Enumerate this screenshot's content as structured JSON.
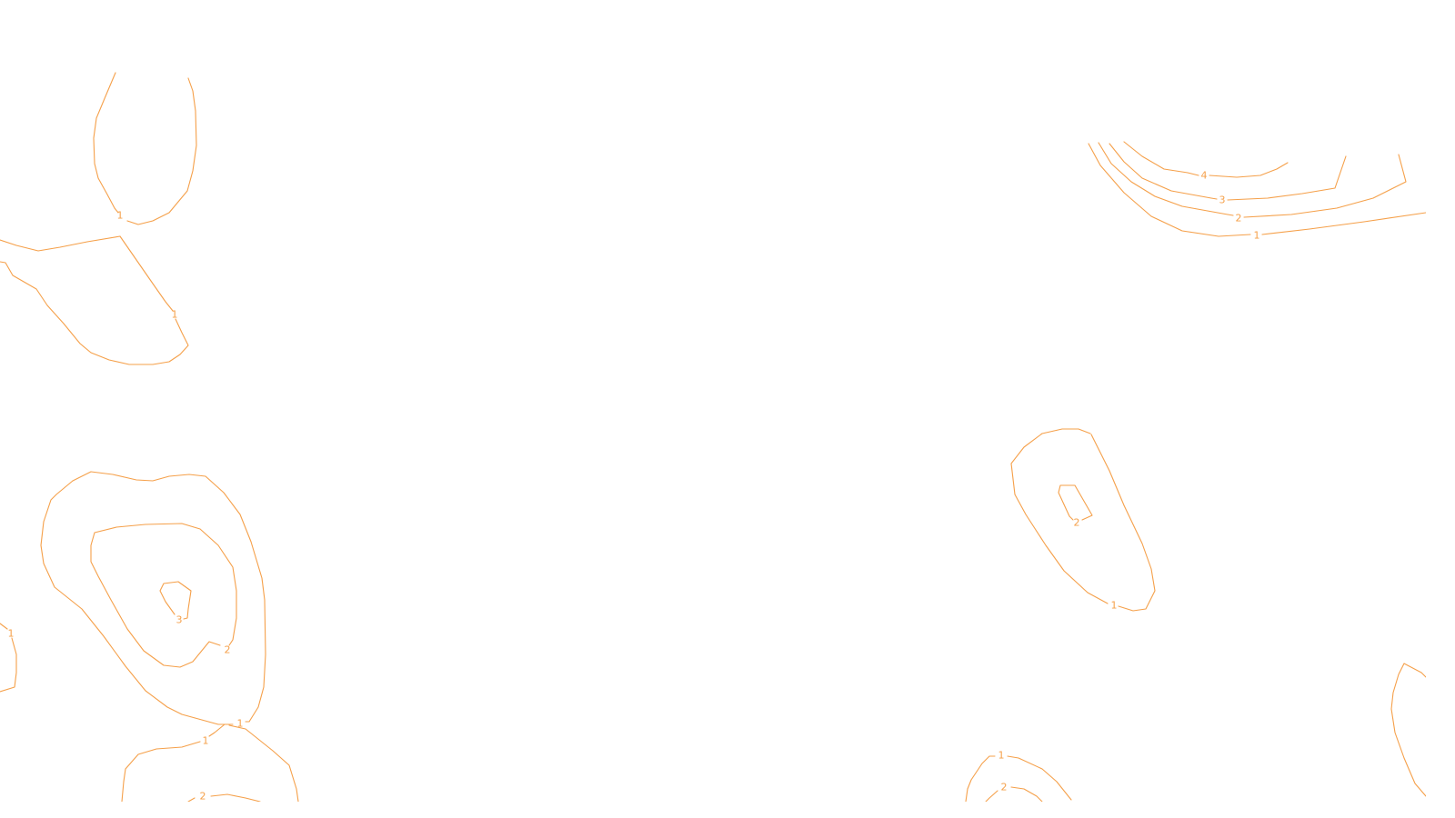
{
  "map": {
    "type": "contour-overlay",
    "contour_color": "#f5a04a",
    "background_color": "#ffffff",
    "contour_levels": [
      1,
      2,
      3,
      4
    ],
    "contour_labels": [
      {
        "region": "top-left-upper",
        "level": "1"
      },
      {
        "region": "top-left-lower",
        "level": "1"
      },
      {
        "region": "top-right-arc",
        "level": "4"
      },
      {
        "region": "top-right-arc",
        "level": "3"
      },
      {
        "region": "top-right-arc",
        "level": "2"
      },
      {
        "region": "top-right-arc",
        "level": "1"
      },
      {
        "region": "mid-right",
        "level": "2"
      },
      {
        "region": "mid-right",
        "level": "1"
      },
      {
        "region": "bottom-left-peak",
        "level": "3"
      },
      {
        "region": "bottom-left-peak",
        "level": "2"
      },
      {
        "region": "bottom-left-peak",
        "level": "1"
      },
      {
        "region": "bottom-left-peak",
        "level": "1"
      },
      {
        "region": "left-edge",
        "level": "1"
      },
      {
        "region": "bottom-left-lower",
        "level": "2"
      },
      {
        "region": "bottom-right-lower",
        "level": "1"
      },
      {
        "region": "bottom-right-lower",
        "level": "2"
      }
    ]
  }
}
